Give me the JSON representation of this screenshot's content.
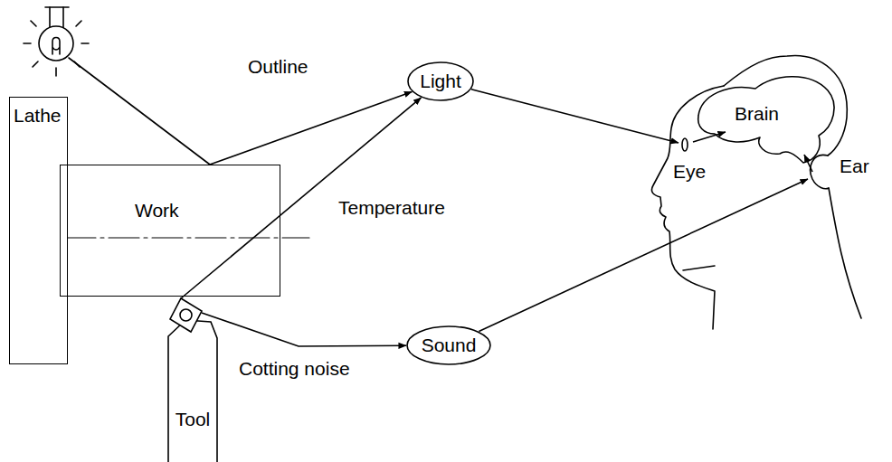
{
  "diagram": {
    "nodes": [
      {
        "text": [
          "Lathe"
        ]
      },
      {
        "text": [
          "Work"
        ]
      },
      {
        "text": [
          "Tool"
        ]
      },
      {
        "text": [
          "Light"
        ]
      },
      {
        "text": [
          "Sound"
        ]
      }
    ],
    "edges": [
      {
        "from": 1,
        "to": 3,
        "label": "Outline",
        "arrow": "to"
      },
      {
        "from": 2,
        "to": 3,
        "label": "Temperature",
        "arrow": "to"
      },
      {
        "from": 2,
        "to": 4,
        "label": "Cotting noise",
        "arrow": "to"
      }
    ],
    "labels": [
      "Eye",
      "Brain",
      "Ear"
    ]
  }
}
